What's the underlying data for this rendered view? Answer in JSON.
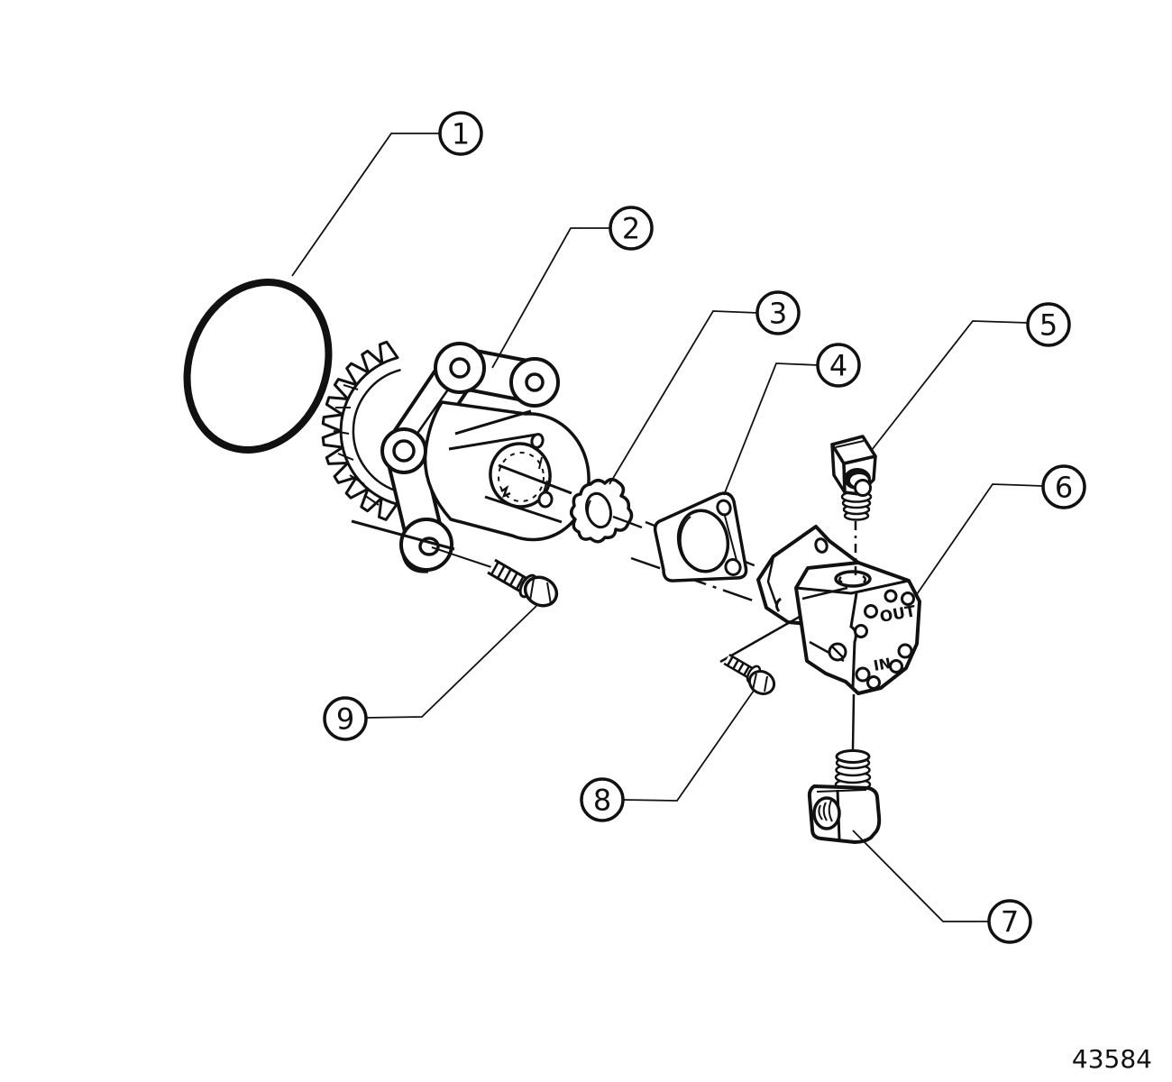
{
  "figure_code": "43584",
  "pump_block": {
    "out_label": "OUT",
    "in_label": "IN"
  },
  "callouts": [
    {
      "label": "1"
    },
    {
      "label": "2"
    },
    {
      "label": "3"
    },
    {
      "label": "4"
    },
    {
      "label": "5"
    },
    {
      "label": "6"
    },
    {
      "label": "7"
    },
    {
      "label": "8"
    },
    {
      "label": "9"
    }
  ]
}
